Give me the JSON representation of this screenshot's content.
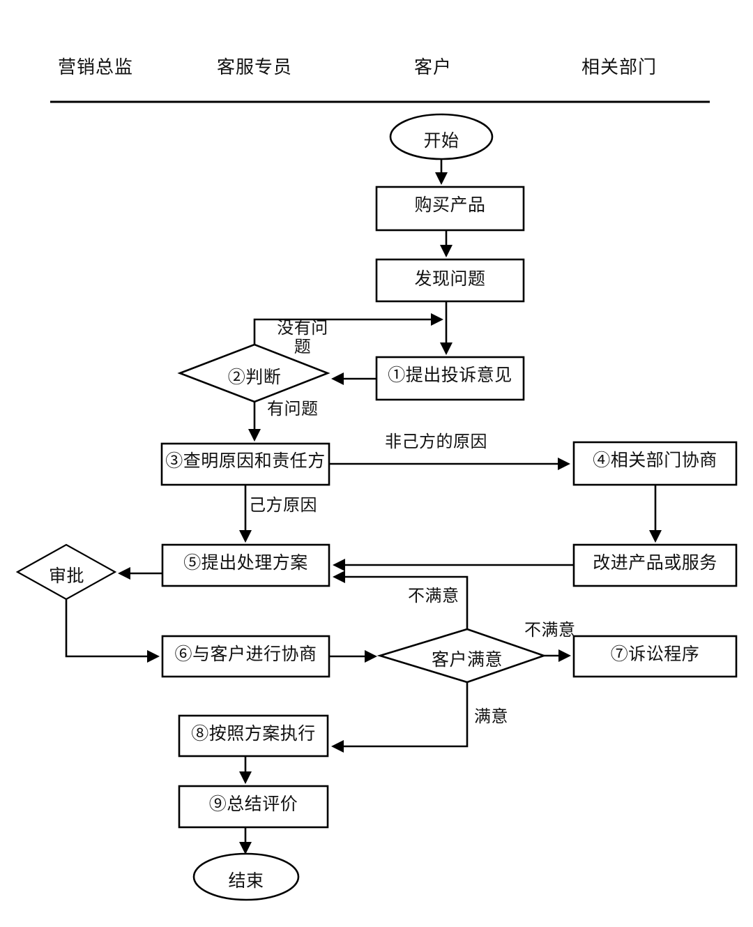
{
  "diagram": {
    "title_lanes": [
      {
        "id": "lane-marketing-director",
        "label": "营销总监"
      },
      {
        "id": "lane-service-specialist",
        "label": "客服专员"
      },
      {
        "id": "lane-customer",
        "label": "客户"
      },
      {
        "id": "lane-related-department",
        "label": "相关部门"
      }
    ],
    "nodes": {
      "start": {
        "label": "开始",
        "shape": "ellipse"
      },
      "buy_product": {
        "label": "购买产品",
        "shape": "process"
      },
      "find_problem": {
        "label": "发现问题",
        "shape": "process"
      },
      "file_complaint": {
        "label": "①提出投诉意见",
        "shape": "process"
      },
      "judge": {
        "label": "②判断",
        "shape": "decision"
      },
      "find_cause": {
        "label": "③查明原因和责任方",
        "shape": "process"
      },
      "department_negotiate": {
        "label": "④相关部门协商",
        "shape": "process"
      },
      "improve_product": {
        "label": "改进产品或服务",
        "shape": "process"
      },
      "propose_plan": {
        "label": "⑤提出处理方案",
        "shape": "process"
      },
      "approval": {
        "label": "审批",
        "shape": "decision"
      },
      "negotiate_customer": {
        "label": "⑥与客户进行协商",
        "shape": "process"
      },
      "customer_satisfied": {
        "label": "客户满意",
        "shape": "decision"
      },
      "litigation": {
        "label": "⑦诉讼程序",
        "shape": "process"
      },
      "execute_plan": {
        "label": "⑧按照方案执行",
        "shape": "process"
      },
      "summary_review": {
        "label": "⑨总结评价",
        "shape": "process"
      },
      "end": {
        "label": "结束",
        "shape": "ellipse"
      }
    },
    "edge_labels": {
      "no_problem": "没有问题",
      "has_problem": "有问题",
      "not_own_cause": "非己方的原因",
      "own_cause": "己方原因",
      "unsatisfied_up": "不满意",
      "unsatisfied_right": "不满意",
      "satisfied": "满意"
    },
    "colors": {
      "stroke": "#000000",
      "fill": "#ffffff",
      "text": "#111111"
    }
  }
}
